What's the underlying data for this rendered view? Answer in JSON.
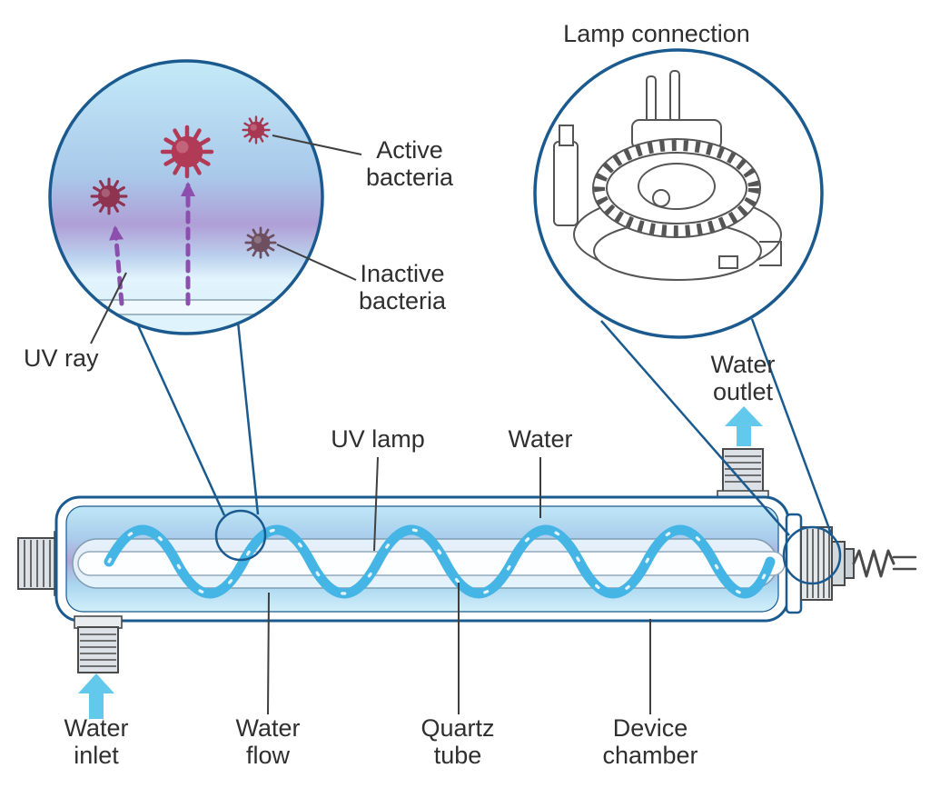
{
  "diagram": {
    "labels": {
      "lamp_connection": "Lamp connection",
      "active_bacteria": "Active bacteria",
      "inactive_bacteria": "Inactive bacteria",
      "uv_ray": "UV ray",
      "uv_lamp": "UV lamp",
      "water": "Water",
      "water_outlet": "Water outlet",
      "water_inlet": "Water inlet",
      "water_flow": "Water flow",
      "quartz_tube": "Quartz tube",
      "device_chamber": "Device chamber"
    },
    "colors": {
      "outline_blue": "#1a5a8f",
      "water_light": "#aadcf2",
      "uv_glow_purple": "#b0a4d8",
      "flow_cyan": "#45b5e6",
      "arrow_cyan": "#62c8ec",
      "uv_ray_purple": "#8d4fae",
      "bacteria_active_red": "#b13a56",
      "bacteria_inactive_gray": "#6d4f5f",
      "hardware_gray": "#4a4a4a",
      "text": "#2f2f2f"
    }
  }
}
